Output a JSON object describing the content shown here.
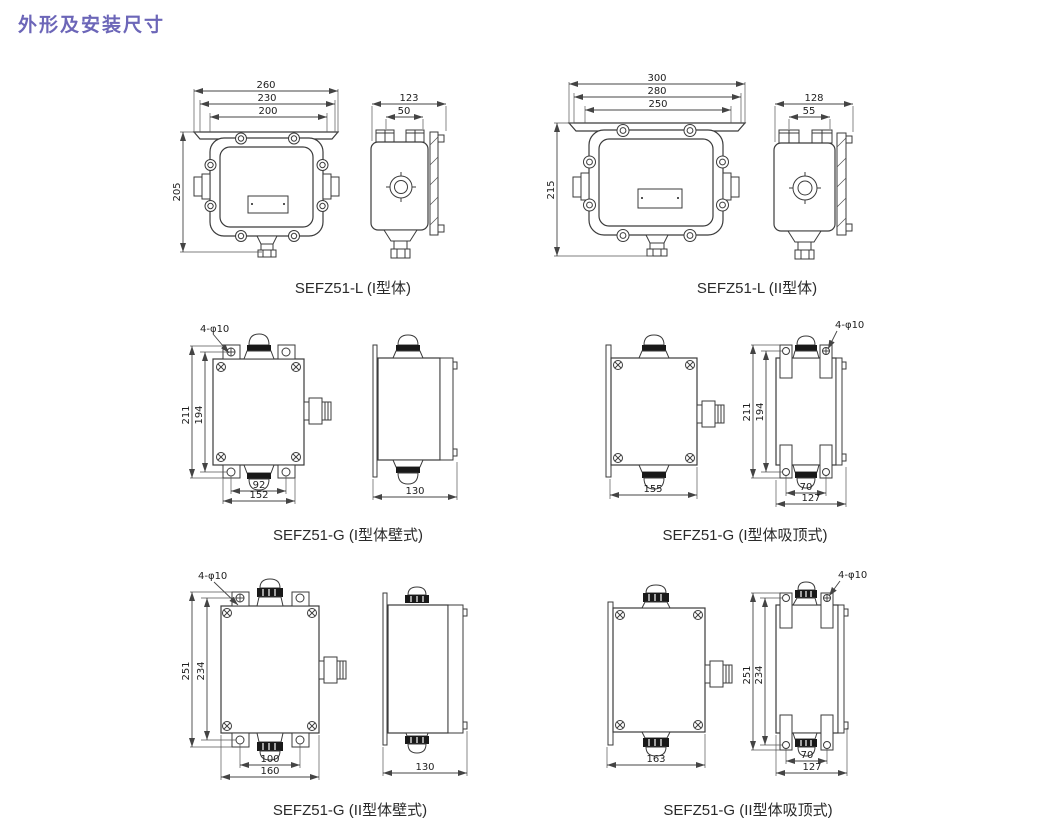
{
  "page": {
    "title": "外形及安装尺寸"
  },
  "drawings": [
    {
      "label": "SEFZ51-L (I型体)",
      "front": {
        "w_overall": "260",
        "w_mount": "230",
        "w_inner": "200",
        "height": "205"
      },
      "side": {
        "width": "123",
        "top_spacing": "50"
      }
    },
    {
      "label": "SEFZ51-L (II型体)",
      "front": {
        "w_overall": "300",
        "w_mount": "280",
        "w_inner": "250",
        "height": "215"
      },
      "side": {
        "width": "128",
        "top_spacing": "55"
      }
    },
    {
      "label": "SEFZ51-G (I型体壁式)",
      "front": {
        "holes": "4-φ10",
        "h_overall": "211",
        "h_holes": "194",
        "hole_span": "92",
        "base_width": "152"
      },
      "side": {
        "depth": "130"
      }
    },
    {
      "label": "SEFZ51-G (I型体吸顶式)",
      "front": {
        "width": "155"
      },
      "side": {
        "holes": "4-φ10",
        "h_overall": "211",
        "h_holes": "194",
        "hole_span": "70",
        "base_width": "127"
      }
    },
    {
      "label": "SEFZ51-G (II型体壁式)",
      "front": {
        "holes": "4-φ10",
        "h_overall": "251",
        "h_holes": "234",
        "hole_span": "100",
        "base_width": "160"
      },
      "side": {
        "depth": "130"
      }
    },
    {
      "label": "SEFZ51-G (II型体吸顶式)",
      "front": {
        "width": "163"
      },
      "side": {
        "holes": "4-φ10",
        "h_overall": "251",
        "h_holes": "234",
        "hole_span": "70",
        "base_width": "127"
      }
    }
  ]
}
